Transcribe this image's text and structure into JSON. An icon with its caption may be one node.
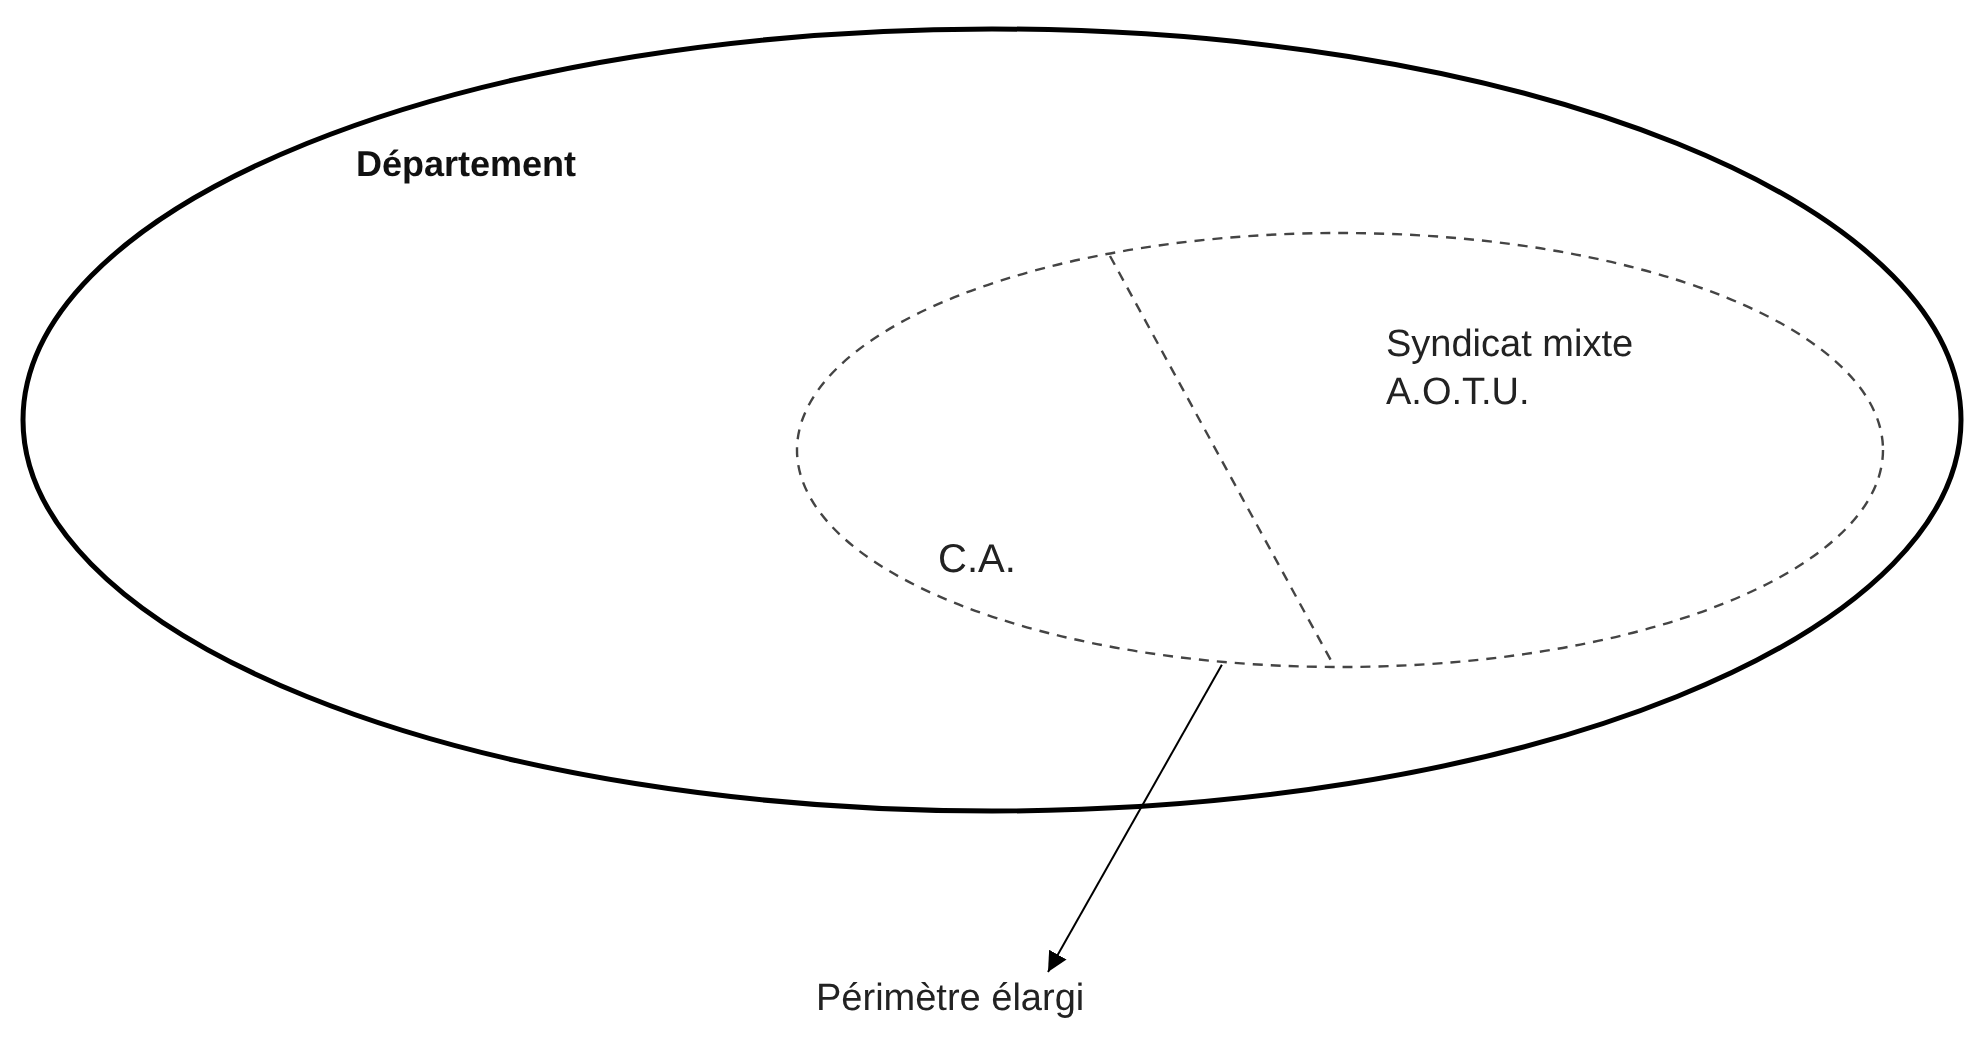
{
  "diagram": {
    "nodes": [
      {
        "text": [
          "Département"
        ]
      },
      {
        "text": [],
        "shape": "ellipse",
        "in": 0
      },
      {
        "text": [
          "C.A."
        ],
        "in": 1
      },
      {
        "text": [
          "Syndicat mixte A.O.T.U."
        ],
        "in": 1
      },
      {
        "text": [
          "Périmètre élargi"
        ]
      }
    ],
    "edges": [
      {
        "from": 1,
        "to": 4,
        "arrow": "to"
      }
    ]
  }
}
